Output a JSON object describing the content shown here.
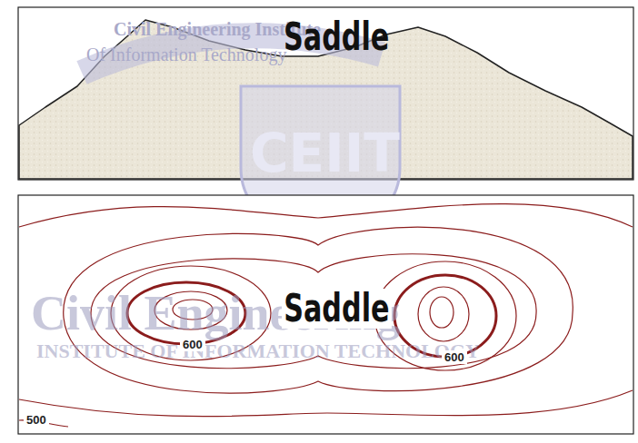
{
  "diagram": {
    "labels": [
      "Saddle",
      "Civil Engineering Institute",
      "Of Information Technology",
      "CEIIT",
      "Saddle",
      "600",
      "600",
      "500",
      "Civil Engineering",
      "INSTITUTE OF INFORMATION TECHNOLOGY"
    ]
  }
}
